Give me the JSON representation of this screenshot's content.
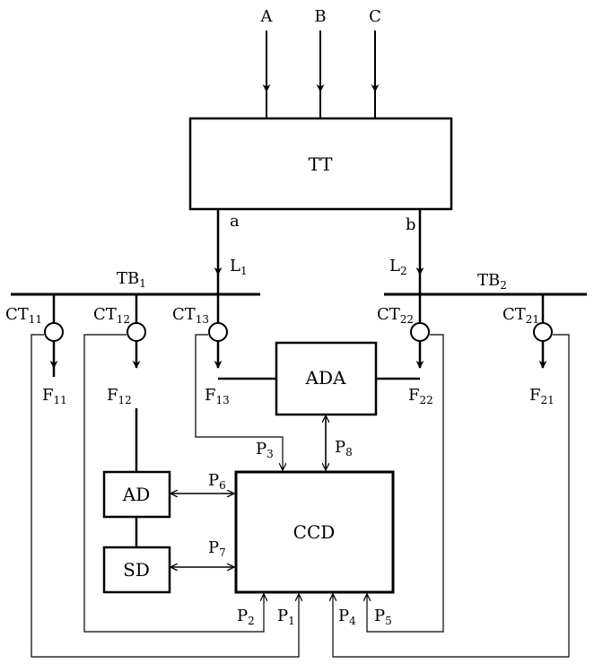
{
  "inputs": {
    "a": "A",
    "b": "B",
    "c": "C"
  },
  "blocks": {
    "tt": "TT",
    "ada": "ADA",
    "ad": "AD",
    "sd": "SD",
    "ccd": "CCD"
  },
  "terminals": {
    "a": "a",
    "b": "b"
  },
  "lines": {
    "l1": {
      "base": "L",
      "sub": "1"
    },
    "l2": {
      "base": "L",
      "sub": "2"
    }
  },
  "buses": {
    "tb1": {
      "base": "TB",
      "sub": "1"
    },
    "tb2": {
      "base": "TB",
      "sub": "2"
    }
  },
  "cts": {
    "ct11": {
      "base": "CT",
      "sub": "11"
    },
    "ct12": {
      "base": "CT",
      "sub": "12"
    },
    "ct13": {
      "base": "CT",
      "sub": "13"
    },
    "ct22": {
      "base": "CT",
      "sub": "22"
    },
    "ct21": {
      "base": "CT",
      "sub": "21"
    }
  },
  "feeders": {
    "f11": {
      "base": "F",
      "sub": "11"
    },
    "f12": {
      "base": "F",
      "sub": "12"
    },
    "f13": {
      "base": "F",
      "sub": "13"
    },
    "f22": {
      "base": "F",
      "sub": "22"
    },
    "f21": {
      "base": "F",
      "sub": "21"
    }
  },
  "ports": {
    "p1": {
      "base": "P",
      "sub": "1"
    },
    "p2": {
      "base": "P",
      "sub": "2"
    },
    "p3": {
      "base": "P",
      "sub": "3"
    },
    "p4": {
      "base": "P",
      "sub": "4"
    },
    "p5": {
      "base": "P",
      "sub": "5"
    },
    "p6": {
      "base": "P",
      "sub": "6"
    },
    "p7": {
      "base": "P",
      "sub": "7"
    },
    "p8": {
      "base": "P",
      "sub": "8"
    }
  }
}
